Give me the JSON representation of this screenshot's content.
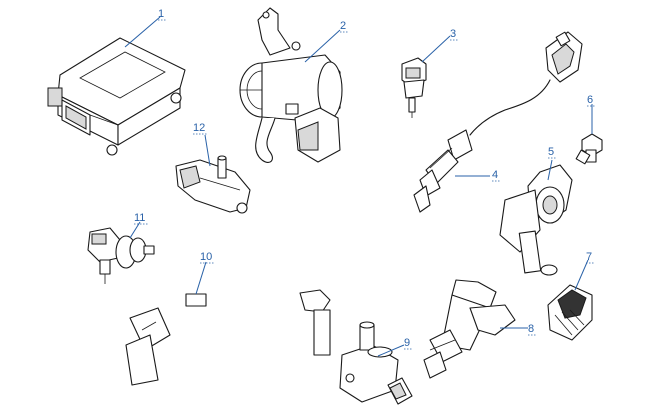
{
  "diagram": {
    "accent_color": "#2a62a8",
    "callouts": {
      "c1": "1",
      "c2": "2",
      "c3": "3",
      "c4": "4",
      "c5": "5",
      "c6": "6",
      "c7": "7",
      "c8": "8",
      "c9": "9",
      "c10": "10",
      "c11": "11",
      "c12": "12"
    }
  }
}
